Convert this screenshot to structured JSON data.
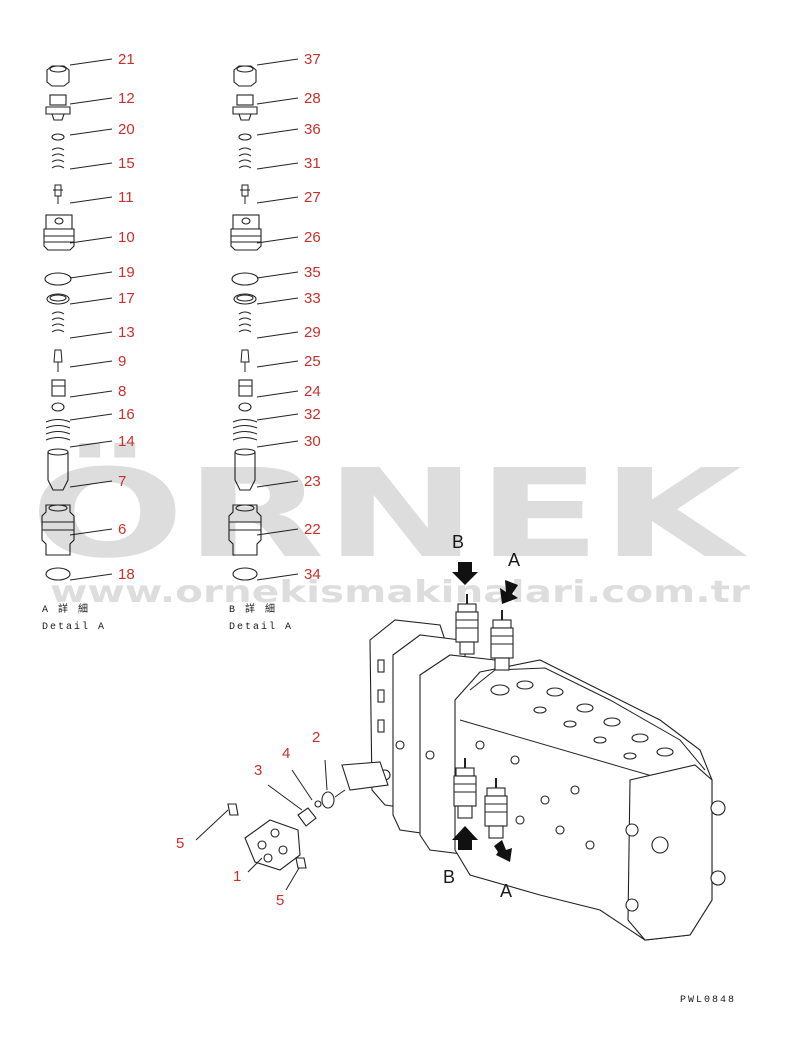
{
  "watermark": {
    "brand": "ÖRNEK",
    "url": "www.ornekismakinalari.com.tr"
  },
  "detail_a": {
    "caption_jp": "A 詳 細",
    "caption_en": "Detail A",
    "labels": [
      "21",
      "12",
      "20",
      "15",
      "11",
      "10",
      "19",
      "17",
      "13",
      "9",
      "8",
      "16",
      "14",
      "7",
      "6",
      "18"
    ]
  },
  "detail_b": {
    "caption_jp": "B 詳 細",
    "caption_en": "Detail A",
    "labels": [
      "37",
      "28",
      "36",
      "31",
      "27",
      "26",
      "35",
      "33",
      "29",
      "25",
      "24",
      "32",
      "30",
      "23",
      "22",
      "34"
    ]
  },
  "assembly": {
    "labels": {
      "p1": "1",
      "p2": "2",
      "p3": "3",
      "p4": "4",
      "p5a": "5",
      "p5b": "5"
    },
    "views": {
      "b_top": "B",
      "a_top": "A",
      "b_bottom": "B",
      "a_bottom": "A"
    }
  },
  "drawing_code": "PWL0848",
  "colors": {
    "label_red": "#c8302c",
    "line": "#222222",
    "watermark": "#000000"
  }
}
